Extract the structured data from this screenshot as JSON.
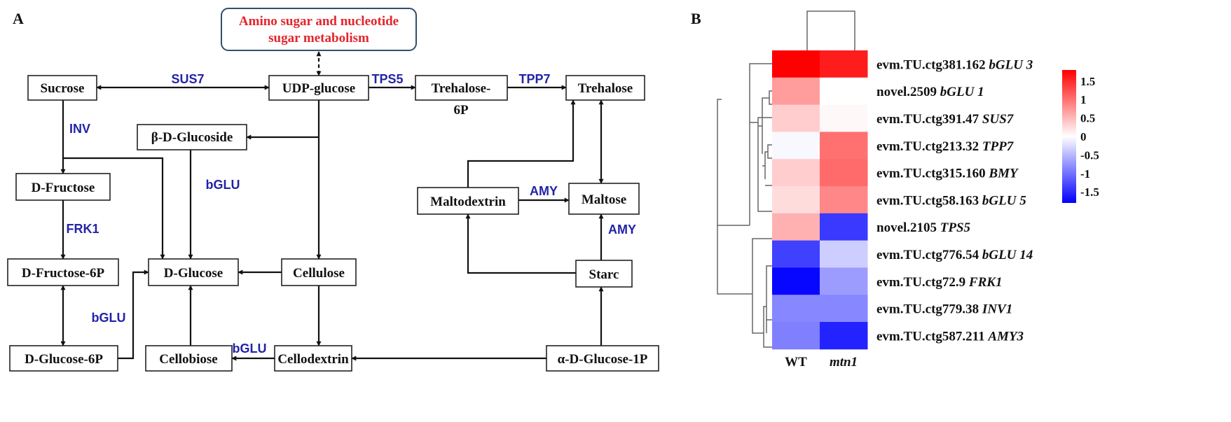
{
  "panels": {
    "a": "A",
    "b": "B"
  },
  "pathway": {
    "top_box": {
      "line1": "Amino sugar and nucleotide",
      "line2": "sugar metabolism",
      "color": "#e3262c",
      "border_color": "#2f4f6f"
    },
    "nodes": {
      "sucrose": "Sucrose",
      "udp_glucose": "UDP-glucose",
      "trehalose_6p_line1": "Trehalose-",
      "trehalose_6p_line2": "6P",
      "trehalose": "Trehalose",
      "beta_d_glucoside": "β-D-Glucoside",
      "d_fructose": "D-Fructose",
      "maltodextrin": "Maltodextrin",
      "maltose": "Maltose",
      "d_fructose_6p": "D-Fructose-6P",
      "d_glucose": "D-Glucose",
      "cellulose": "Cellulose",
      "starc": "Starc",
      "d_glucose_6p": "D-Glucose-6P",
      "cellobiose": "Cellobiose",
      "cellodextrin": "Cellodextrin",
      "alpha_d_glucose_1p": "α-D-Glucose-1P"
    },
    "enzymes": {
      "sus7": "SUS7",
      "tps5": "TPS5",
      "tpp7": "TPP7",
      "inv": "INV",
      "amy_maltodextrin": "AMY",
      "bglu_glucoside": "bGLU",
      "frk1": "FRK1",
      "amy_starch": "AMY",
      "bglu_glucose6p": "bGLU",
      "bglu_cellodextrin": "bGLU"
    },
    "enzyme_color": "#2323a8"
  },
  "chart_data": {
    "type": "heatmap",
    "columns": [
      {
        "name": "WT",
        "italic": false
      },
      {
        "name": "mtn1",
        "italic": true
      }
    ],
    "rows": [
      {
        "id": "evm.TU.ctg381.162",
        "gene": "bGLU 3",
        "values": [
          1.8,
          1.6
        ]
      },
      {
        "id": "novel.2509",
        "gene": "bGLU 1",
        "values": [
          0.7,
          0.0
        ]
      },
      {
        "id": "evm.TU.ctg391.47",
        "gene": "SUS7",
        "values": [
          0.35,
          0.05
        ]
      },
      {
        "id": "evm.TU.ctg213.32",
        "gene": "TPP7",
        "values": [
          -0.05,
          1.0
        ]
      },
      {
        "id": "evm.TU.ctg315.160",
        "gene": "BMY",
        "values": [
          0.35,
          1.05
        ]
      },
      {
        "id": "evm.TU.ctg58.163",
        "gene": "bGLU 5",
        "values": [
          0.25,
          0.85
        ]
      },
      {
        "id": "novel.2105",
        "gene": "TPS5",
        "values": [
          0.55,
          -1.4
        ]
      },
      {
        "id": "evm.TU.ctg776.54",
        "gene": "bGLU 14",
        "values": [
          -1.35,
          -0.35
        ]
      },
      {
        "id": "evm.TU.ctg72.9",
        "gene": "FRK1",
        "values": [
          -1.75,
          -0.7
        ]
      },
      {
        "id": "evm.TU.ctg779.38",
        "gene": "INV1",
        "values": [
          -0.85,
          -0.85
        ]
      },
      {
        "id": "evm.TU.ctg587.211",
        "gene": "AMY3",
        "values": [
          -0.9,
          -1.55
        ]
      }
    ],
    "legend": {
      "ticks": [
        "1.5",
        "1",
        "0.5",
        "0",
        "-0.5",
        "-1",
        "-1.5"
      ],
      "tick_values": [
        1.5,
        1,
        0.5,
        0,
        -0.5,
        -1,
        -1.5
      ],
      "range": [
        -1.8,
        1.8
      ],
      "high_color": "#ff0000",
      "mid_color": "#ffffff",
      "low_color": "#0000ff"
    },
    "row_clustering": true,
    "column_clustering": true
  }
}
